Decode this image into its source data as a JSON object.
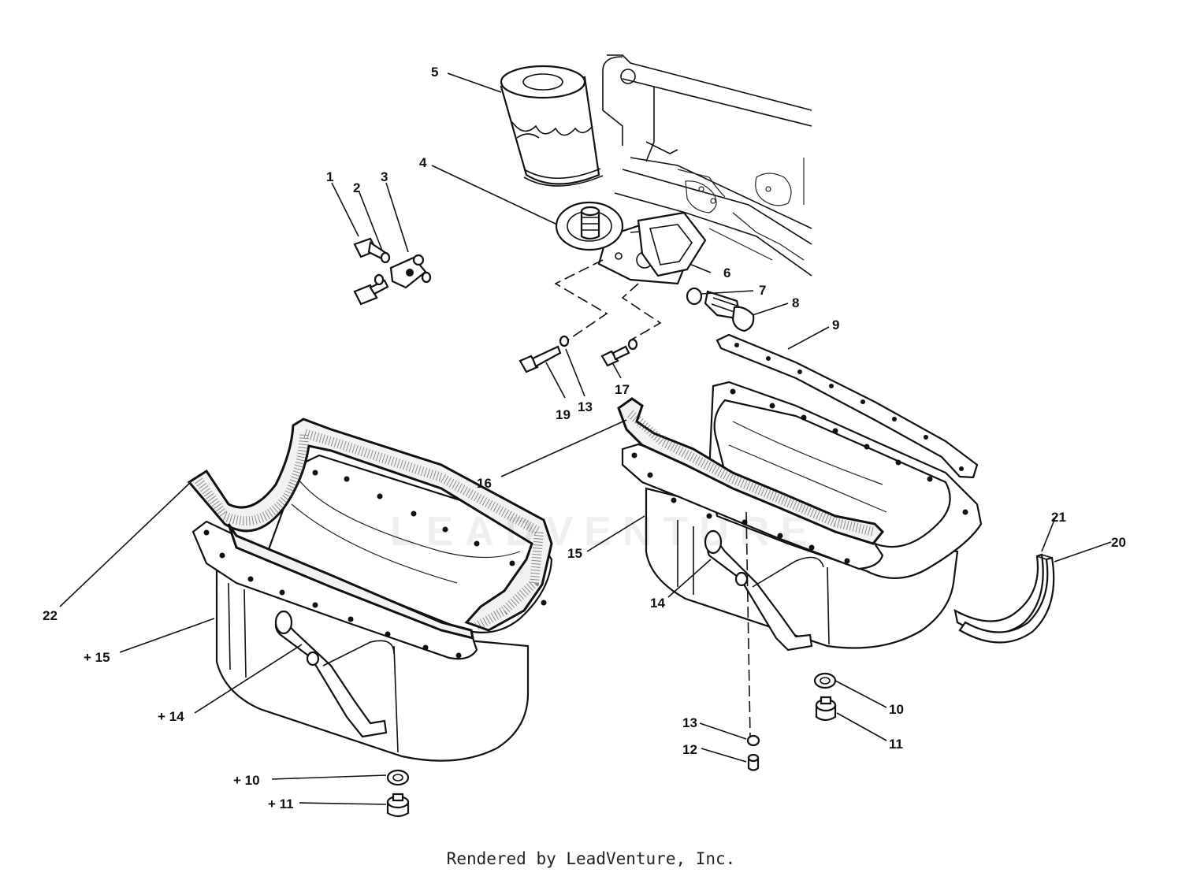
{
  "callouts": [
    {
      "id": "c1",
      "text": "1"
    },
    {
      "id": "c2",
      "text": "2"
    },
    {
      "id": "c3",
      "text": "3"
    },
    {
      "id": "c4",
      "text": "4"
    },
    {
      "id": "c5",
      "text": "5"
    },
    {
      "id": "c6",
      "text": "6"
    },
    {
      "id": "c7",
      "text": "7"
    },
    {
      "id": "c8",
      "text": "8"
    },
    {
      "id": "c9",
      "text": "9"
    },
    {
      "id": "c10",
      "text": "10"
    },
    {
      "id": "c11",
      "text": "11"
    },
    {
      "id": "c12",
      "text": "12"
    },
    {
      "id": "c13a",
      "text": "13"
    },
    {
      "id": "c13b",
      "text": "13"
    },
    {
      "id": "c14",
      "text": "14"
    },
    {
      "id": "c15",
      "text": "15"
    },
    {
      "id": "c16",
      "text": "16"
    },
    {
      "id": "c17",
      "text": "17"
    },
    {
      "id": "c19",
      "text": "19"
    },
    {
      "id": "c20",
      "text": "20"
    },
    {
      "id": "c21",
      "text": "21"
    },
    {
      "id": "c22",
      "text": "22"
    },
    {
      "id": "c15p",
      "text": "+ 15"
    },
    {
      "id": "c14p",
      "text": "+ 14"
    },
    {
      "id": "c10p",
      "text": "+ 10"
    },
    {
      "id": "c11p",
      "text": "+ 11"
    }
  ],
  "watermark": "LEADVENTURE",
  "footer": "Rendered by LeadVenture, Inc."
}
